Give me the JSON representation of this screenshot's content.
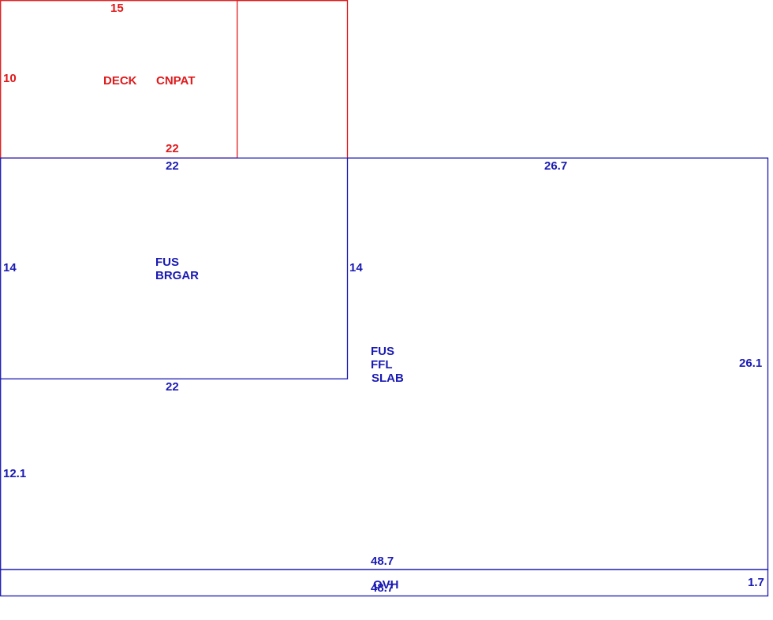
{
  "colors": {
    "deck": "#e0191b",
    "fus": "#1a1ab4",
    "background": "#ffffff"
  },
  "deck": {
    "top_dim": "15",
    "left_dim": "10",
    "bottom_dim": "22",
    "label_1": "DECK",
    "label_2": "CNPAT"
  },
  "garage": {
    "top_dim": "22",
    "left_dim": "14",
    "right_dim": "14",
    "bottom_dim": "22",
    "label_1": "FUS",
    "label_2": "BRGAR"
  },
  "first_floor": {
    "top_dim": "26.7",
    "right_dim": "26.1",
    "left_dim": "12.1",
    "bottom_dim": "48.7",
    "label_1": "FUS",
    "label_2": "FFL",
    "label_3": "SLAB"
  },
  "overhang": {
    "label": "OVH",
    "right_dim": "1.7",
    "bottom_dim": "48.7"
  }
}
